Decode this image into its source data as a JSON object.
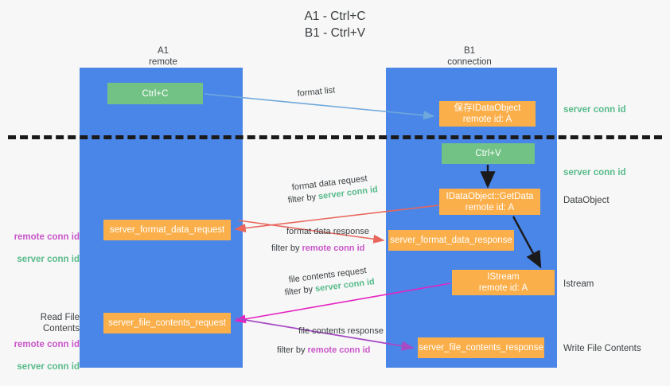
{
  "title": "A1 - Ctrl+C\nB1 - Ctrl+V",
  "lanes": {
    "a1": {
      "header": "A1\nremote"
    },
    "b1": {
      "header": "B1\nconnection"
    }
  },
  "boxes": {
    "ctrl_c": "Ctrl+C",
    "ctrl_v": "Ctrl+V",
    "idataobject": "保存IDataObject\nremote id: A",
    "getdata": "IDataObject::GetData\nremote id: A",
    "istream": "IStream\nremote id: A",
    "server_format_data_request": "server_format_data_request",
    "server_format_data_response": "server_format_data_response",
    "server_file_contents_request": "server_file_contents_request",
    "server_file_contents_response": "server_file_contents_response"
  },
  "side_labels": {
    "server_conn_id_top": "server conn id",
    "server_conn_id_mid": "server conn id",
    "data_object": "DataObject",
    "istream": "Istream",
    "write_file_contents": "Write File Contents",
    "read_file_contents": "Read File Contents",
    "remote_conn_id": "remote conn id",
    "server_conn_id": "server conn id"
  },
  "flows": {
    "format_list": "format list",
    "format_data_request": "format data request",
    "format_data_request_filter_prefix": "filter by ",
    "format_data_request_filter_value": "server conn id",
    "format_data_response": "format data response",
    "format_data_response_filter_prefix": "filter by ",
    "format_data_response_filter_value": "remote conn id",
    "file_contents_request": "file contents request",
    "file_contents_request_filter_prefix": "filter by ",
    "file_contents_request_filter_value": "server conn id",
    "file_contents_response": "file contents response",
    "file_contents_response_filter_prefix": "filter by ",
    "file_contents_response_filter_value": "remote conn id"
  },
  "colors": {
    "lane": "#4a86e8",
    "green_box": "#72c285",
    "orange_box": "#fbaf4b",
    "server_conn_id": "#57bb8a",
    "remote_conn_id": "#c956c9",
    "arrow_blue": "#6fa8dc",
    "arrow_red": "#e8665c",
    "arrow_magenta": "#e423c0",
    "arrow_purple": "#a64bc4",
    "arrow_black": "#1a1a1a",
    "divider": "#1a1a1a",
    "background": "#f7f7f7"
  }
}
